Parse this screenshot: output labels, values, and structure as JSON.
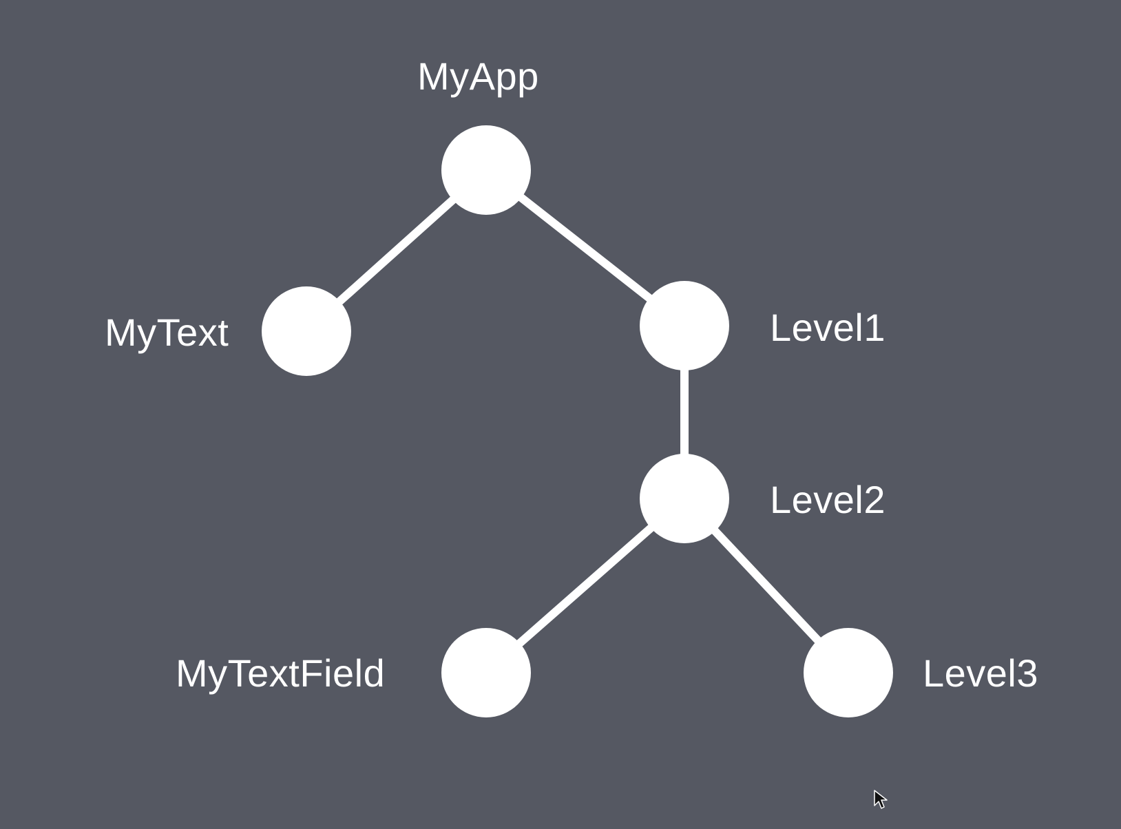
{
  "background_color": "#555862",
  "node_color": "#ffffff",
  "nodes": {
    "myapp": {
      "label": "MyApp"
    },
    "mytext": {
      "label": "MyText"
    },
    "level1": {
      "label": "Level1"
    },
    "level2": {
      "label": "Level2"
    },
    "mytextfield": {
      "label": "MyTextField"
    },
    "level3": {
      "label": "Level3"
    }
  },
  "edges": [
    [
      "myapp",
      "mytext"
    ],
    [
      "myapp",
      "level1"
    ],
    [
      "level1",
      "level2"
    ],
    [
      "level2",
      "mytextfield"
    ],
    [
      "level2",
      "level3"
    ]
  ],
  "cursor_icon": "mouse-pointer-icon"
}
